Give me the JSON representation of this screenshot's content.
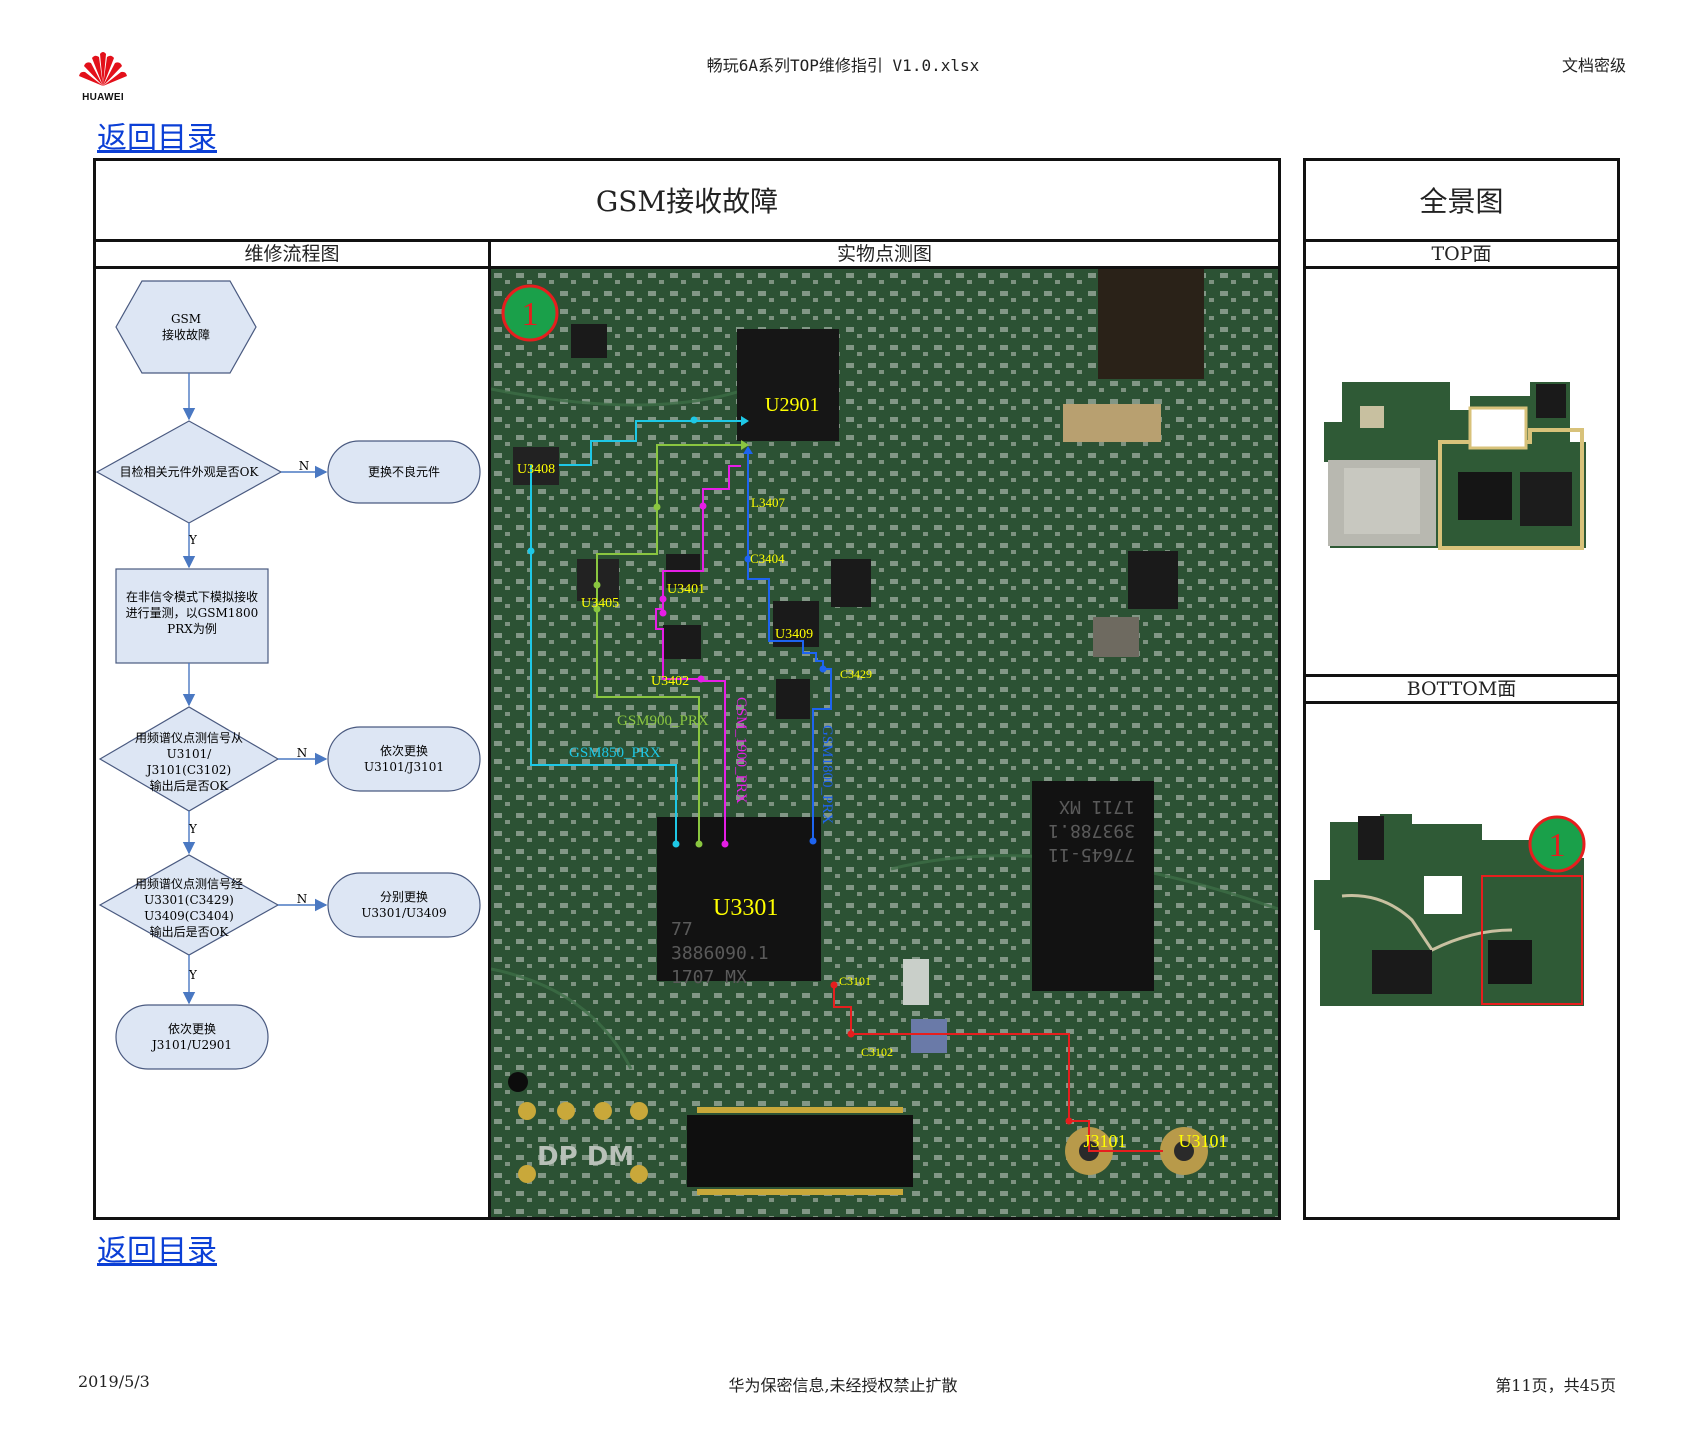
{
  "header": {
    "brand": "HUAWEI",
    "doc_title": "畅玩6A系列TOP维修指引 V1.0.xlsx",
    "classification": "文档密级"
  },
  "nav": {
    "back_top": "返回目录",
    "back_bottom": "返回目录"
  },
  "main": {
    "title": "GSM接收故障",
    "flow_header": "维修流程图",
    "photo_header": "实物点测图",
    "panorama_title": "全景图",
    "top_label": "TOP面",
    "bottom_label": "BOTTOM面"
  },
  "flowchart": {
    "start_l1": "GSM",
    "start_l2": "接收故障",
    "d1": "目检相关元件外观是否OK",
    "r1": "更换不良元件",
    "p1_l1": "在非信令模式下模拟接收",
    "p1_l2": "进行量测，以GSM1800",
    "p1_l3": "PRX为例",
    "d2_l1": "用频谱仪点测信号从",
    "d2_l2": "U3101/",
    "d2_l3": "J3101(C3102)",
    "d2_l4": "输出后是否OK",
    "r2_l1": "依次更换",
    "r2_l2": "U3101/J3101",
    "d3_l1": "用频谱仪点测信号经",
    "d3_l2": "U3301(C3429)",
    "d3_l3": "U3409(C3404)",
    "d3_l4": "输出后是否OK",
    "r3_l1": "分别更换",
    "r3_l2": "U3301/U3409",
    "end_l1": "依次更换",
    "end_l2": "J3101/U2901",
    "yes": "Y",
    "no": "N"
  },
  "pcb": {
    "marker": "1",
    "components": {
      "u2901": "U2901",
      "u3408": "U3408",
      "l3407": "L3407",
      "c3404": "C3404",
      "u3405": "U3405",
      "u3401": "U3401",
      "u3409": "U3409",
      "u3402": "U3402",
      "c3429": "C3429",
      "u3301": "U3301",
      "c3101": "C3101",
      "c3102": "C3102",
      "j3101": "J3101",
      "u3101": "U3101"
    },
    "nets": {
      "gsm900": "GSM900_PRX",
      "gsm850": "GSM850_PRX",
      "gsm1900": "GSM_1900_PRX",
      "gsm1800": "GSM1800_PRX"
    },
    "chip_marks": {
      "u3301_l1": "77",
      "u3301_l2": "3886090.1",
      "u3301_l3": "1707   MX",
      "big_l1": "77645-11",
      "big_l2": "393788.1",
      "big_l3": "1711  MX",
      "dpdm": "DP DM"
    },
    "colors": {
      "board": "#2c5234",
      "gsm850": "#1ec8e6",
      "gsm900": "#8ac640",
      "gsm1900": "#e61ee6",
      "gsm1800": "#1e64f0",
      "rf_path": "#e61e1e",
      "label": "#ffff00"
    }
  },
  "panorama": {
    "bottom_marker": "1"
  },
  "footer": {
    "date": "2019/5/3",
    "notice": "华为保密信息,未经授权禁止扩散",
    "page": "第11页，共45页"
  }
}
